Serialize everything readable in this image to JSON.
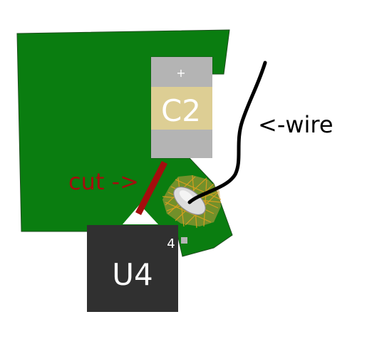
{
  "diagram": {
    "capacitor": {
      "label": "C2",
      "polarity": "+"
    },
    "chip": {
      "label": "U4",
      "pin_label": "4"
    },
    "annotations": {
      "cut": "cut ->",
      "wire": "<-wire"
    },
    "colors": {
      "pcb": "#0a7d10",
      "pad_gray": "#b4b4b4",
      "cap_body": "#ddce94",
      "chip": "#303030",
      "cut_mark": "#a50d0d",
      "solder": "#e0a020",
      "wire": "#000000"
    }
  }
}
